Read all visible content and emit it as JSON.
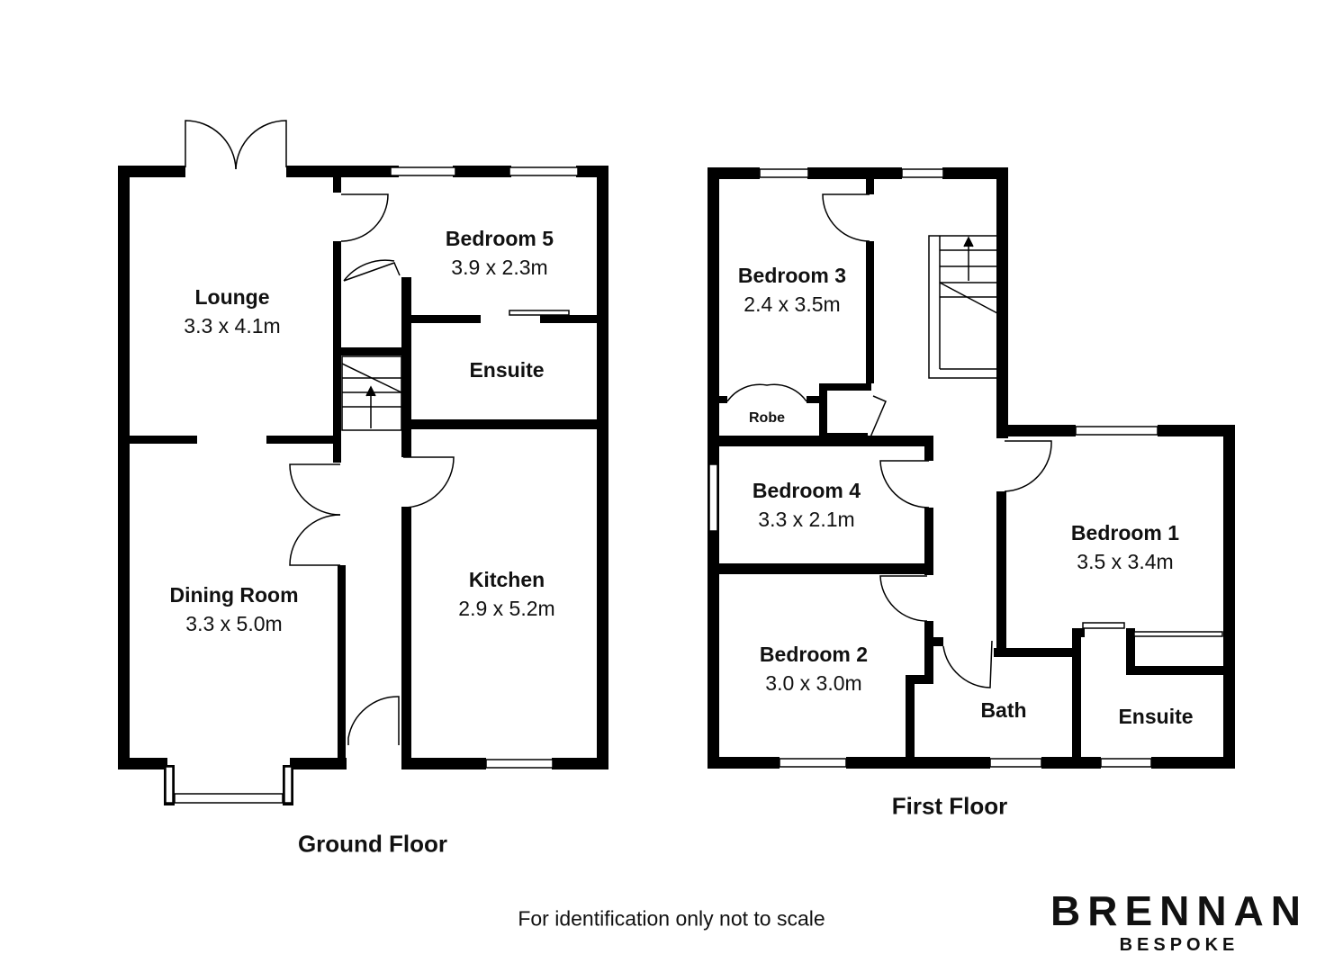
{
  "ground_floor": {
    "title": "Ground Floor",
    "rooms": [
      {
        "name": "Lounge",
        "size": "3.3 x 4.1m"
      },
      {
        "name": "Bedroom 5",
        "size": "3.9 x 2.3m"
      },
      {
        "name": "Ensuite",
        "size": ""
      },
      {
        "name": "Dining Room",
        "size": "3.3 x 5.0m"
      },
      {
        "name": "Kitchen",
        "size": "2.9 x 5.2m"
      }
    ]
  },
  "first_floor": {
    "title": "First Floor",
    "rooms": [
      {
        "name": "Bedroom 3",
        "size": "2.4 x 3.5m"
      },
      {
        "name": "Robe",
        "size": ""
      },
      {
        "name": "Bedroom 4",
        "size": "3.3 x 2.1m"
      },
      {
        "name": "Bedroom 1",
        "size": "3.5 x 3.4m"
      },
      {
        "name": "Bedroom 2",
        "size": "3.0 x 3.0m"
      },
      {
        "name": "Bath",
        "size": ""
      },
      {
        "name": "Ensuite",
        "size": ""
      }
    ]
  },
  "disclaimer": "For identification only not to scale",
  "brand": {
    "name": "BRENNAN",
    "tagline": "BESPOKE"
  },
  "colors": {
    "wall": "#000000",
    "background": "#ffffff",
    "window": "#ffffff"
  }
}
